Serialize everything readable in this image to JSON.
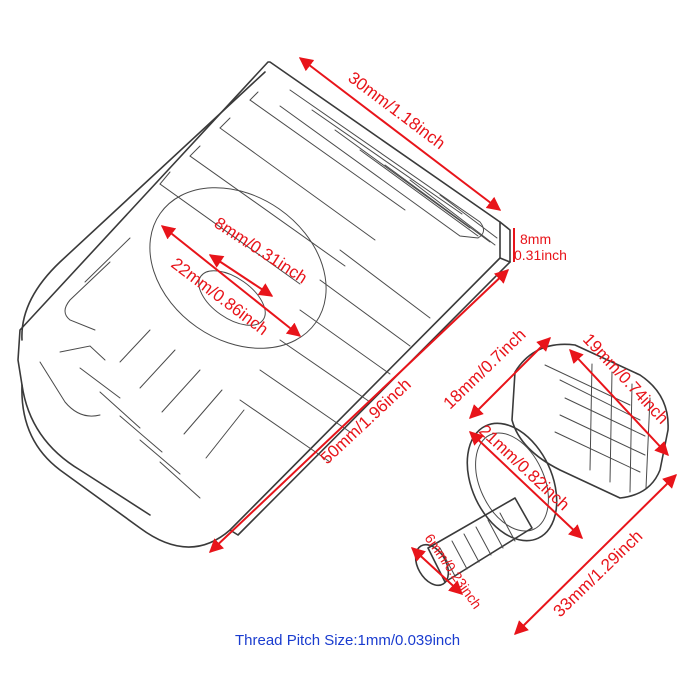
{
  "dimensions": {
    "pad_length": "30mm/1.18inch",
    "pad_thickness_mm": "8mm",
    "pad_thickness_in": "0.31inch",
    "hole_small": "8mm/0.31inch",
    "hole_large": "22mm/0.86inch",
    "pad_width": "50mm/1.96inch",
    "knob_height": "18mm/0.7inch",
    "knob_diameter": "19mm/0.74inch",
    "flange_diameter": "21mm/0.82inch",
    "thread_diameter": "6mm/0.23inch",
    "bolt_length": "33mm/1.29inch"
  },
  "caption": "Thread Pitch Size:1mm/0.039inch",
  "colors": {
    "dimension_text": "#e8141a",
    "caption_text": "#1a3ccf",
    "line_art": "#3a3a3a"
  }
}
